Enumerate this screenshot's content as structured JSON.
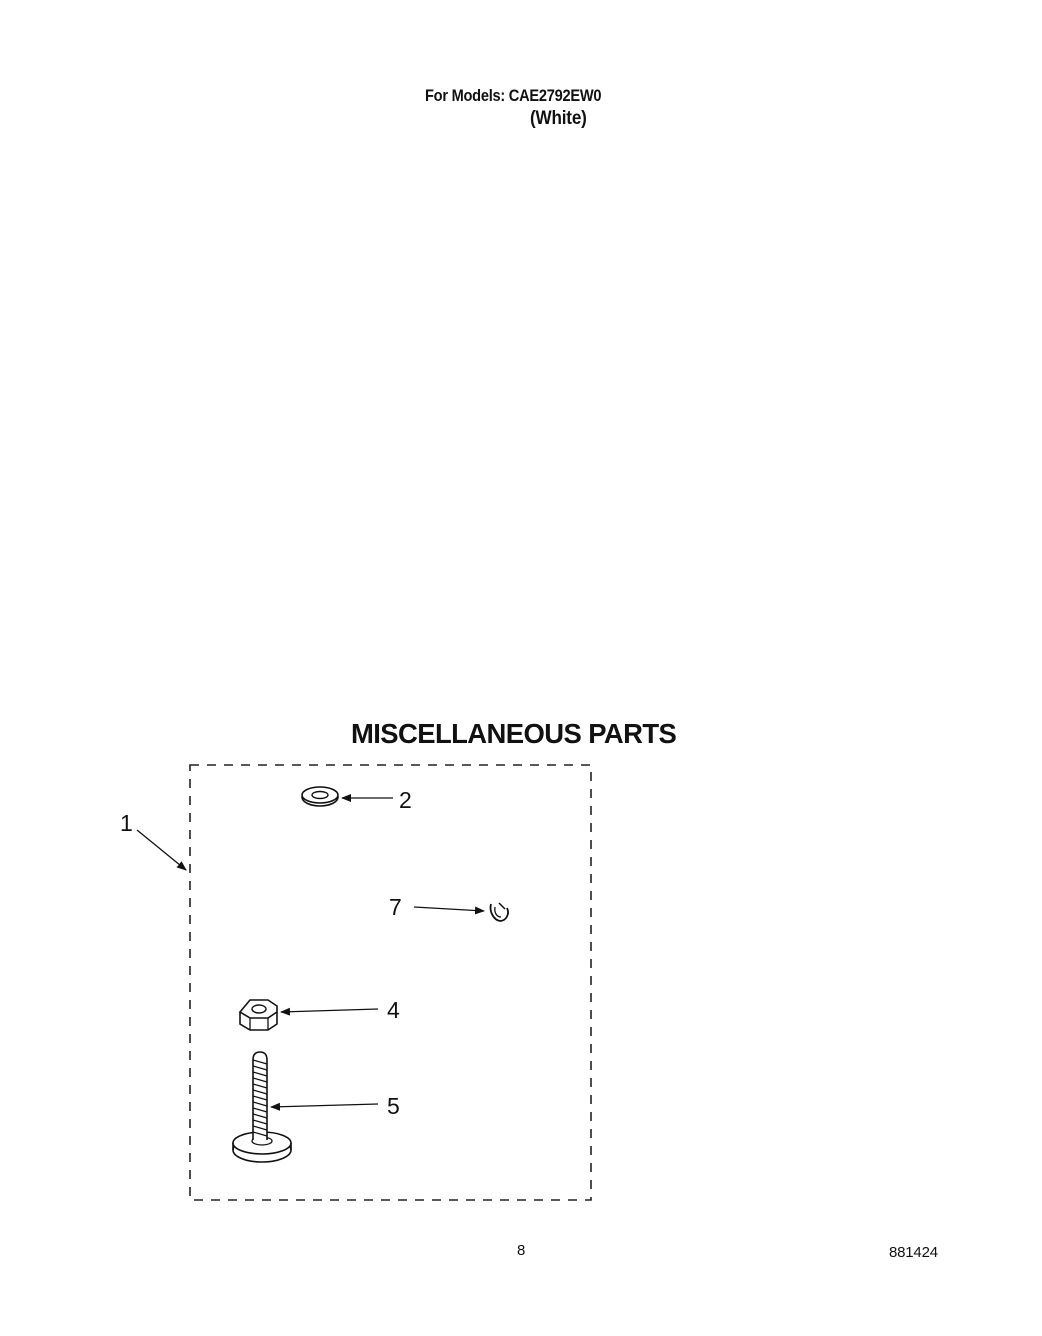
{
  "header": {
    "models_line": "For Models: CAE2792EW0",
    "color_line": "(White)"
  },
  "section": {
    "title": "MISCELLANEOUS PARTS"
  },
  "callouts": {
    "kit": "1",
    "washer": "2",
    "clip": "7",
    "nut": "4",
    "bolt": "5"
  },
  "footer": {
    "page_number": "8",
    "document_number": "881424"
  }
}
